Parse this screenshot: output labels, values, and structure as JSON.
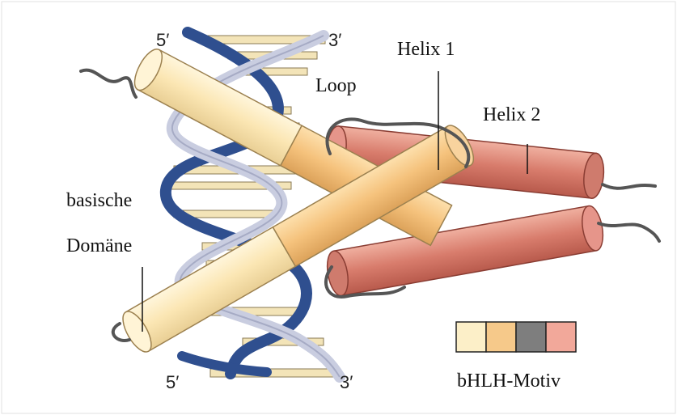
{
  "diagram": {
    "labels": {
      "dna_top_left": "5′",
      "dna_top_right": "3′",
      "dna_bottom_left": "5′",
      "dna_bottom_right": "3′",
      "helix1": "Helix 1",
      "helix2": "Helix 2",
      "loop": "Loop",
      "basic_line1": "basische",
      "basic_line2": "Domäne",
      "legend_caption": "bHLH-Motiv"
    },
    "colors": {
      "basic_domain": "#fcefc8",
      "helix1": "#f6c98a",
      "loop": "#7e7e7e",
      "helix2": "#f2a89a",
      "dna_strand_dark": "#2f4f8f",
      "dna_strand_light": "#c9cde0",
      "base_pairs": "#f3e4b8"
    },
    "legend": {
      "swatches": [
        {
          "name": "basic-domain",
          "color": "#fcefc8"
        },
        {
          "name": "helix1",
          "color": "#f6c98a"
        },
        {
          "name": "loop",
          "color": "#7e7e7e"
        },
        {
          "name": "helix2",
          "color": "#f2a89a"
        }
      ]
    }
  }
}
